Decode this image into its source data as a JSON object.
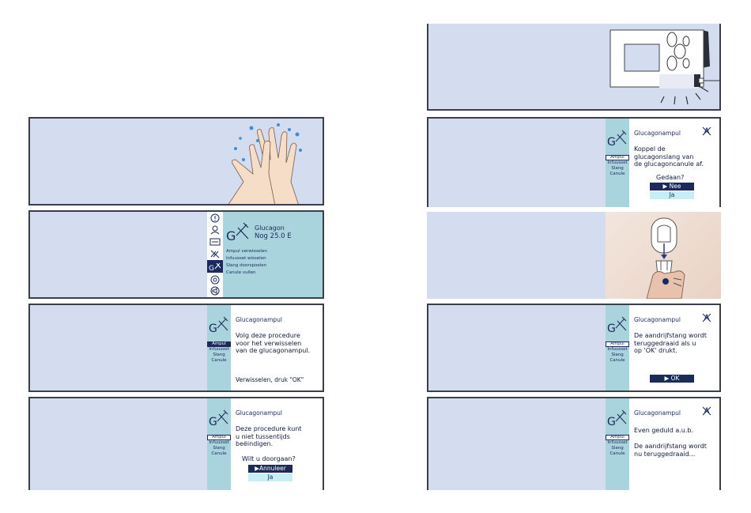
{
  "colors": {
    "panel_bg": "#d4dcef",
    "sidebar": "#a9d3dd",
    "navy": "#1b2a5a",
    "option_light": "#c7eef2"
  },
  "left": {
    "main": {
      "title": "Glucagon",
      "remaining": "Nog 25.0 E",
      "menu": [
        "Ampul verwisselen",
        "Infuusset wisselen",
        "Slang doorspoelen",
        "Canule vullen"
      ],
      "icons": [
        "alert-icon",
        "person-icon",
        "screen-icon",
        "crossed-icon",
        "glucagon-icon",
        "gear-icon",
        "speaker-icon"
      ]
    },
    "p3": {
      "title": "Glucagonampul",
      "body": [
        "Volg deze procedure",
        "voor het verwisselen",
        "van de glucagonampul."
      ],
      "footer": "Verwisselen, druk \"OK\""
    },
    "p4": {
      "title": "Glucagonampul",
      "body": [
        "Deze procedure kunt",
        "u niet tussentijds",
        "beëindigen."
      ],
      "question": "Wilt u doorgaan?",
      "option_selected": "Annuleer",
      "option_other": "Ja"
    }
  },
  "right": {
    "p1": {
      "title": "Glucagonampul",
      "body": [
        "Koppel de",
        "glucagonslang van",
        "de glucagoncanule af."
      ],
      "question": "Gedaan?",
      "option_selected": "Nee",
      "option_other": "Ja"
    },
    "p3": {
      "title": "Glucagonampul",
      "body": [
        "De aandrijfstang wordt",
        "teruggedraaid als u",
        "op 'OK' drukt."
      ],
      "button": "OK"
    },
    "p4": {
      "title": "Glucagonampul",
      "line1": "Even geduld a.u.b.",
      "body": [
        "De aandrijfstang wordt",
        "nu teruggedraaid..."
      ]
    }
  },
  "sidebar_menu": [
    "Ampul",
    "Infuusset",
    "Slang",
    "Canule"
  ]
}
